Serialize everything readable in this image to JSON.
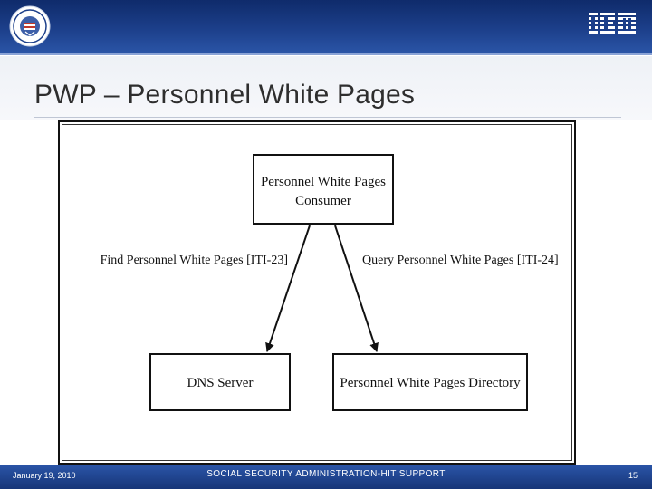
{
  "slide": {
    "title": "PWP – Personnel White Pages"
  },
  "diagram": {
    "nodes": {
      "consumer": {
        "line1": "Personnel White Pages",
        "line2": "Consumer"
      },
      "dns": {
        "label": "DNS Server"
      },
      "directory": {
        "label": "Personnel White Pages Directory"
      }
    },
    "edges": {
      "find": {
        "label": "Find Personnel White Pages [ITI-23]"
      },
      "query": {
        "label": "Query Personnel White Pages [ITI-24]"
      }
    }
  },
  "footer": {
    "date": "January 19, 2010",
    "org": "SOCIAL SECURITY ADMINISTRATION-HIT SUPPORT",
    "page_number": "15"
  },
  "colors": {
    "header_blue": "#1c3f8a",
    "footer_blue": "#2a54a6"
  },
  "icons": {
    "seal": "ssa-seal-icon",
    "logo": "ibm-logo-icon"
  }
}
